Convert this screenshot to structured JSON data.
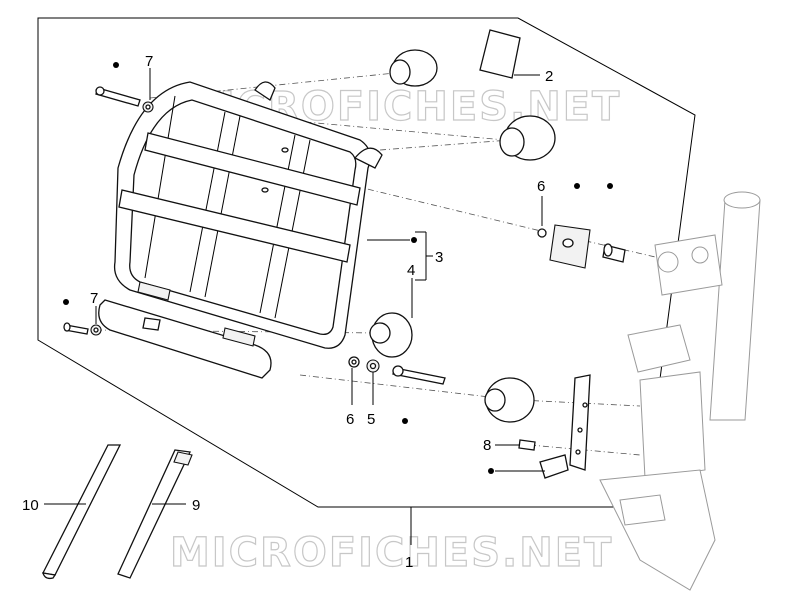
{
  "watermark": {
    "top": "MICROFICHES.NET",
    "bottom": "MICROFICHES.NET"
  },
  "callouts": {
    "c1": "1",
    "c2": "2",
    "c3": "3",
    "c4": "4",
    "c5": "5",
    "c6_upper": "6",
    "c6_lower": "6",
    "c7_upper": "7",
    "c7_lower": "7",
    "c8": "8",
    "c9": "9",
    "c10": "10"
  }
}
